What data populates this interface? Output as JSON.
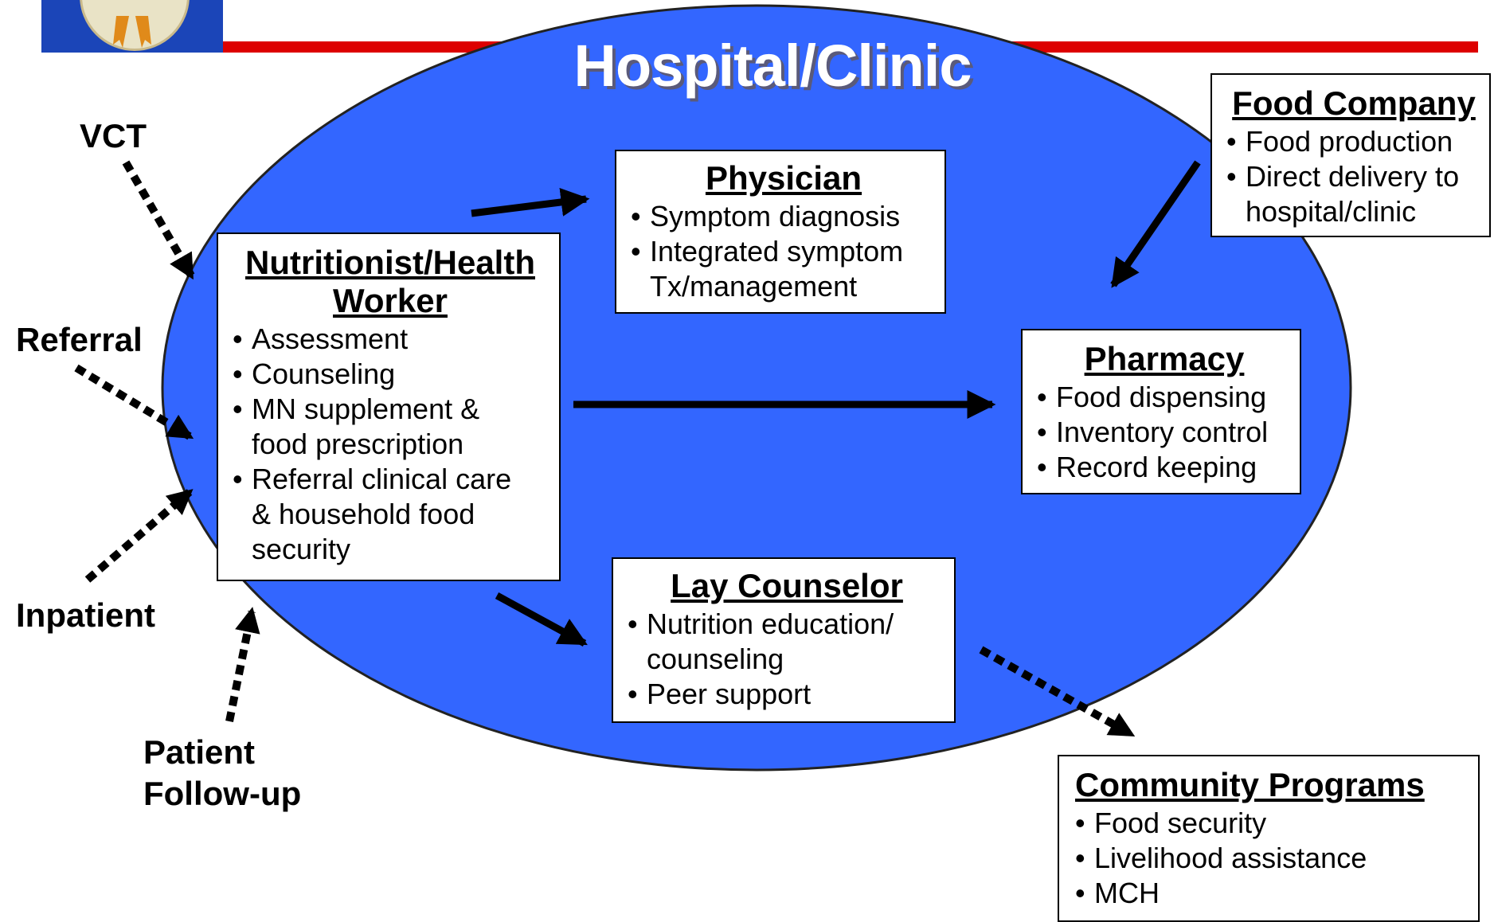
{
  "title": "Hospital/Clinic",
  "colors": {
    "ellipse": "#3366ff",
    "banner": "#dd0000",
    "logo": "#1b45b8"
  },
  "inputs": {
    "vct": "VCT",
    "referral": "Referral",
    "inpatient": "Inpatient",
    "follow_up_line1": "Patient",
    "follow_up_line2": "Follow-up"
  },
  "nutritionist": {
    "title_line1": "Nutritionist/Health",
    "title_line2": "Worker",
    "items": [
      "Assessment",
      "Counseling",
      "MN supplement & food prescription",
      "Referral clinical care & household food security"
    ]
  },
  "physician": {
    "title": "Physician",
    "items": [
      "Symptom diagnosis",
      "Integrated symptom Tx/management"
    ]
  },
  "pharmacy": {
    "title": "Pharmacy",
    "items": [
      "Food dispensing",
      "Inventory control",
      "Record keeping"
    ]
  },
  "lay_counselor": {
    "title": "Lay Counselor",
    "items": [
      "Nutrition education/ counseling",
      "Peer support"
    ]
  },
  "food_company": {
    "title": "Food Company",
    "items": [
      "Food production",
      "Direct delivery to hospital/clinic"
    ]
  },
  "community": {
    "title": "Community Programs",
    "items": [
      "Food security",
      "Livelihood assistance",
      "MCH"
    ]
  }
}
